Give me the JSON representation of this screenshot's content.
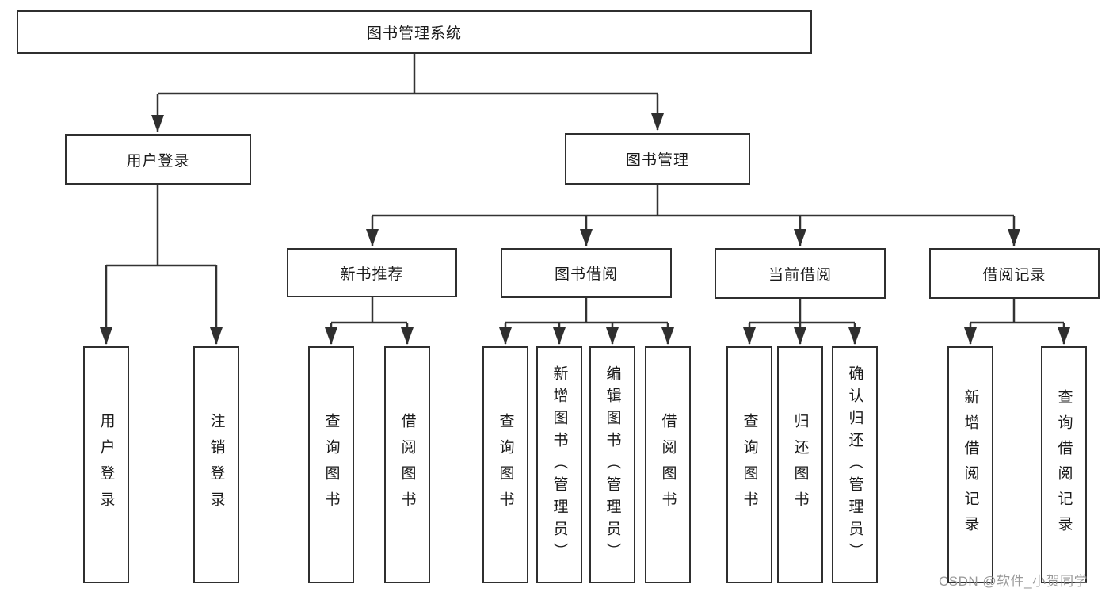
{
  "diagram": {
    "type": "hierarchy-tree",
    "colors": {
      "line": "#333333",
      "box_border": "#2f2f2f",
      "box_fill": "#ffffff",
      "text": "#1a1a1a",
      "watermark": "#949494",
      "background": "#ffffff"
    },
    "root": {
      "label": "图书管理系统"
    },
    "level2": {
      "user_login": {
        "label": "用户登录"
      },
      "book_mgmt": {
        "label": "图书管理"
      }
    },
    "level3": {
      "new_books": {
        "label": "新书推荐"
      },
      "book_borrow": {
        "label": "图书借阅"
      },
      "current_borrow": {
        "label": "当前借阅"
      },
      "borrow_records": {
        "label": "借阅记录"
      }
    },
    "groups": {
      "user_login": {
        "leaves": [
          {
            "label": "用户登录"
          },
          {
            "label": "注销登录"
          }
        ]
      },
      "new_books": {
        "leaves": [
          {
            "label": "查询图书"
          },
          {
            "label": "借阅图书"
          }
        ]
      },
      "book_borrow": {
        "leaves": [
          {
            "label": "查询图书"
          },
          {
            "label": "新增图书（管理员）"
          },
          {
            "label": "编辑图书（管理员）"
          },
          {
            "label": "借阅图书"
          }
        ]
      },
      "current_borrow": {
        "leaves": [
          {
            "label": "查询图书"
          },
          {
            "label": "归还图书"
          },
          {
            "label": "确认归还（管理员）"
          }
        ]
      },
      "borrow_records": {
        "leaves": [
          {
            "label": "新增借阅记录"
          },
          {
            "label": "查询借阅记录"
          }
        ]
      }
    },
    "watermark": "CSDN @软件_小贺同学"
  }
}
